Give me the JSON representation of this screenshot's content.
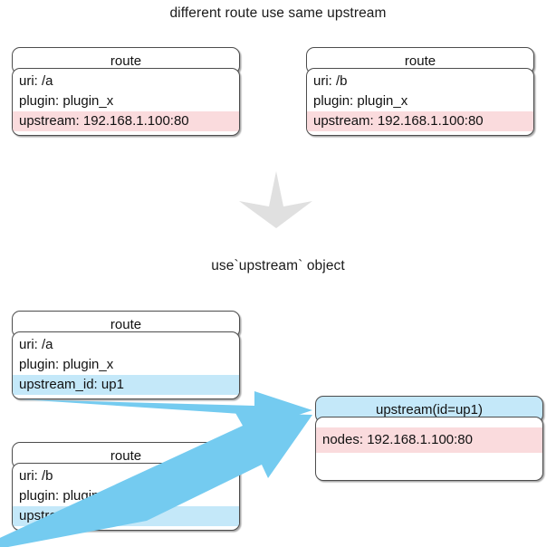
{
  "diagram": {
    "title_top": "different route use same upstream",
    "title_bottom": "use`upstream` object",
    "colors": {
      "highlight_pink": "#fadbdd",
      "highlight_blue": "#c4e8f9",
      "arrow_blue": "#74cbf0",
      "arrow_gray": "#e0e0e0",
      "border": "#4d4d4d",
      "text": "#111111"
    }
  },
  "top_section": {
    "route_a": {
      "header": "route",
      "attrs": [
        {
          "text": "uri: /a",
          "highlight": "none"
        },
        {
          "text": "plugin: plugin_x",
          "highlight": "none"
        },
        {
          "text": "upstream: 192.168.1.100:80",
          "highlight": "pink"
        }
      ]
    },
    "route_b": {
      "header": "route",
      "attrs": [
        {
          "text": "uri: /b",
          "highlight": "none"
        },
        {
          "text": "plugin: plugin_x",
          "highlight": "none"
        },
        {
          "text": "upstream: 192.168.1.100:80",
          "highlight": "pink"
        }
      ]
    }
  },
  "bottom_section": {
    "route_a": {
      "header": "route",
      "attrs": [
        {
          "text": "uri: /a",
          "highlight": "none"
        },
        {
          "text": "plugin: plugin_x",
          "highlight": "none"
        },
        {
          "text": "upstream_id: up1",
          "highlight": "blue"
        }
      ]
    },
    "route_b": {
      "header": "route",
      "attrs": [
        {
          "text": "uri: /b",
          "highlight": "none"
        },
        {
          "text": "plugin: plugin_y",
          "highlight": "none"
        },
        {
          "text": "upstream_id: up1",
          "highlight": "blue"
        }
      ]
    },
    "upstream": {
      "header": "upstream(id=up1)",
      "attrs": [
        {
          "text": "nodes: 192.168.1.100:80",
          "highlight": "pink"
        }
      ]
    }
  }
}
